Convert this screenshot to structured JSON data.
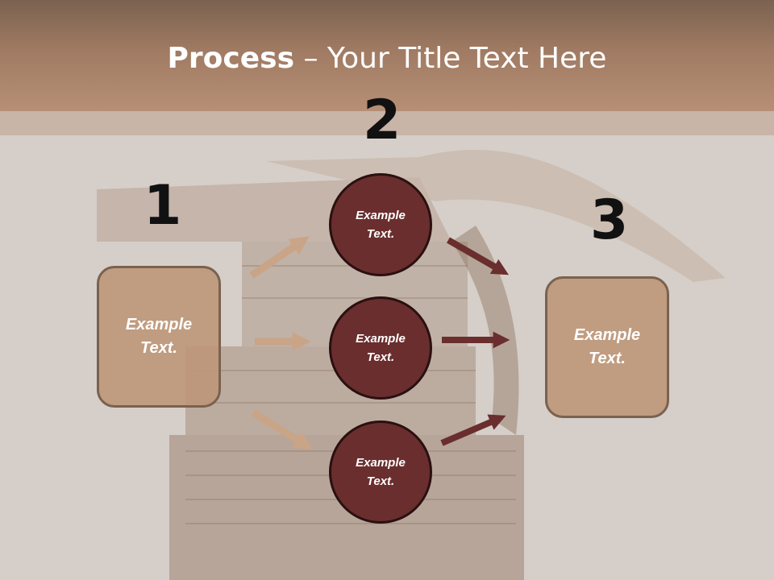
{
  "slide": {
    "title_bold": "Process",
    "title_rest": " – Your Title Text Here"
  },
  "steps": {
    "step1_number": "1",
    "step2_number": "2",
    "step3_number": "3"
  },
  "nodes": {
    "left_box": "Example\nText.",
    "circle_top": "Example\nText.",
    "circle_middle": "Example\nText.",
    "circle_bottom": "Example\nText.",
    "right_box": "Example\nText."
  },
  "colors": {
    "header": "#a07a62",
    "box_fill": "#be9678",
    "circle_fill": "#6a2e2e",
    "arrow_light": "#c9a487",
    "arrow_dark": "#6a2e2e"
  }
}
